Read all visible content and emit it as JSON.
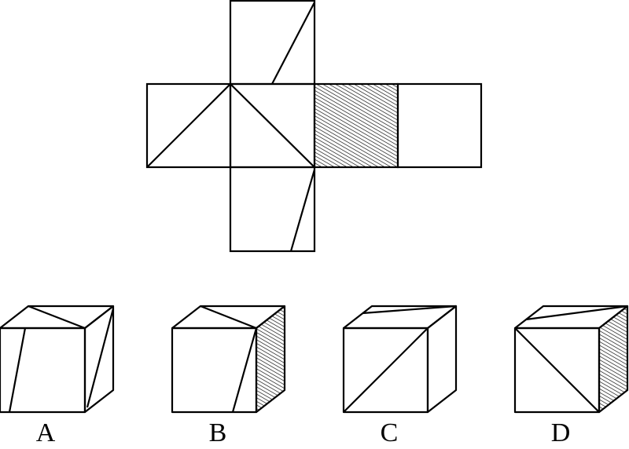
{
  "question": {
    "options": [
      {
        "label": "A"
      },
      {
        "label": "B"
      },
      {
        "label": "C"
      },
      {
        "label": "D"
      }
    ]
  },
  "colors": {
    "stroke": "#000000",
    "background": "#ffffff"
  }
}
